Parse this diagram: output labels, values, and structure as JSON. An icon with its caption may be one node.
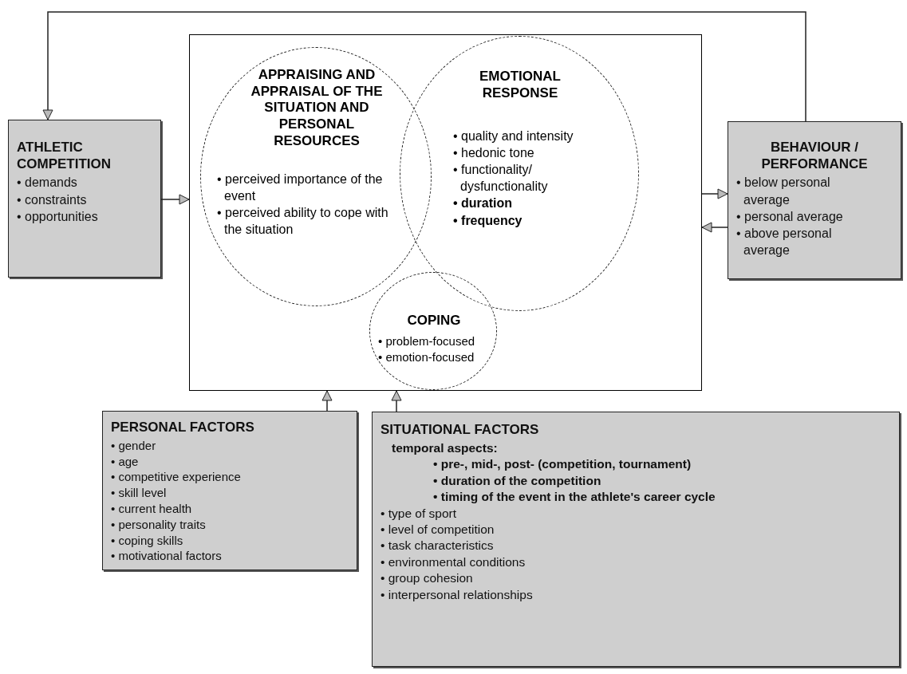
{
  "diagram": {
    "nodes": [
      {
        "text": [],
        "shape": "box"
      },
      {
        "text": [
          "APPRAISING AND APPRAISAL OF THE SITUATION AND PERSONAL RESOURCES",
          "• perceived importance of the event",
          "• perceived ability to cope with the situation"
        ],
        "in": 0
      },
      {
        "text": [
          "EMOTIONAL RESPONSE",
          "• quality and intensity",
          "• hedonic tone",
          "• functionality/ dysfunctionality",
          "• duration",
          "• frequency"
        ],
        "in": 0
      },
      {
        "text": [
          "COPING",
          "• problem-focused",
          "• emotion-focused"
        ],
        "in": 0
      },
      {
        "text": [
          "ATHLETIC COMPETITION",
          "• demands",
          "• constraints",
          "• opportunities"
        ]
      },
      {
        "text": [
          "BEHAVIOUR / PERFORMANCE",
          "• below personal average",
          "• personal average",
          "• above personal average"
        ]
      },
      {
        "text": [
          "PERSONAL FACTORS",
          "• gender",
          "• age",
          "• competitive experience",
          "• skill level",
          "• current health",
          "• personality traits",
          "• coping skills",
          "• motivational factors"
        ]
      },
      {
        "text": [
          "SITUATIONAL FACTORS",
          "temporal aspects:",
          "• pre-, mid-, post- (competition, tournament)",
          "• duration of the competition",
          "• timing of the event in the athlete's career cycle",
          "• type of sport",
          "• level of competition",
          "• task characteristics",
          "• environmental conditions",
          "• group cohesion",
          "• interpersonal relationships"
        ]
      }
    ],
    "edges": [
      {
        "from": 4,
        "to": 0,
        "arrow": "to"
      },
      {
        "from": 0,
        "to": 5,
        "arrow": "to"
      },
      {
        "from": 5,
        "to": 0,
        "arrow": "to"
      },
      {
        "from": 5,
        "to": 4,
        "arrow": "to"
      },
      {
        "from": 6,
        "to": 0,
        "arrow": "to"
      },
      {
        "from": 7,
        "to": 0,
        "arrow": "to"
      }
    ]
  }
}
